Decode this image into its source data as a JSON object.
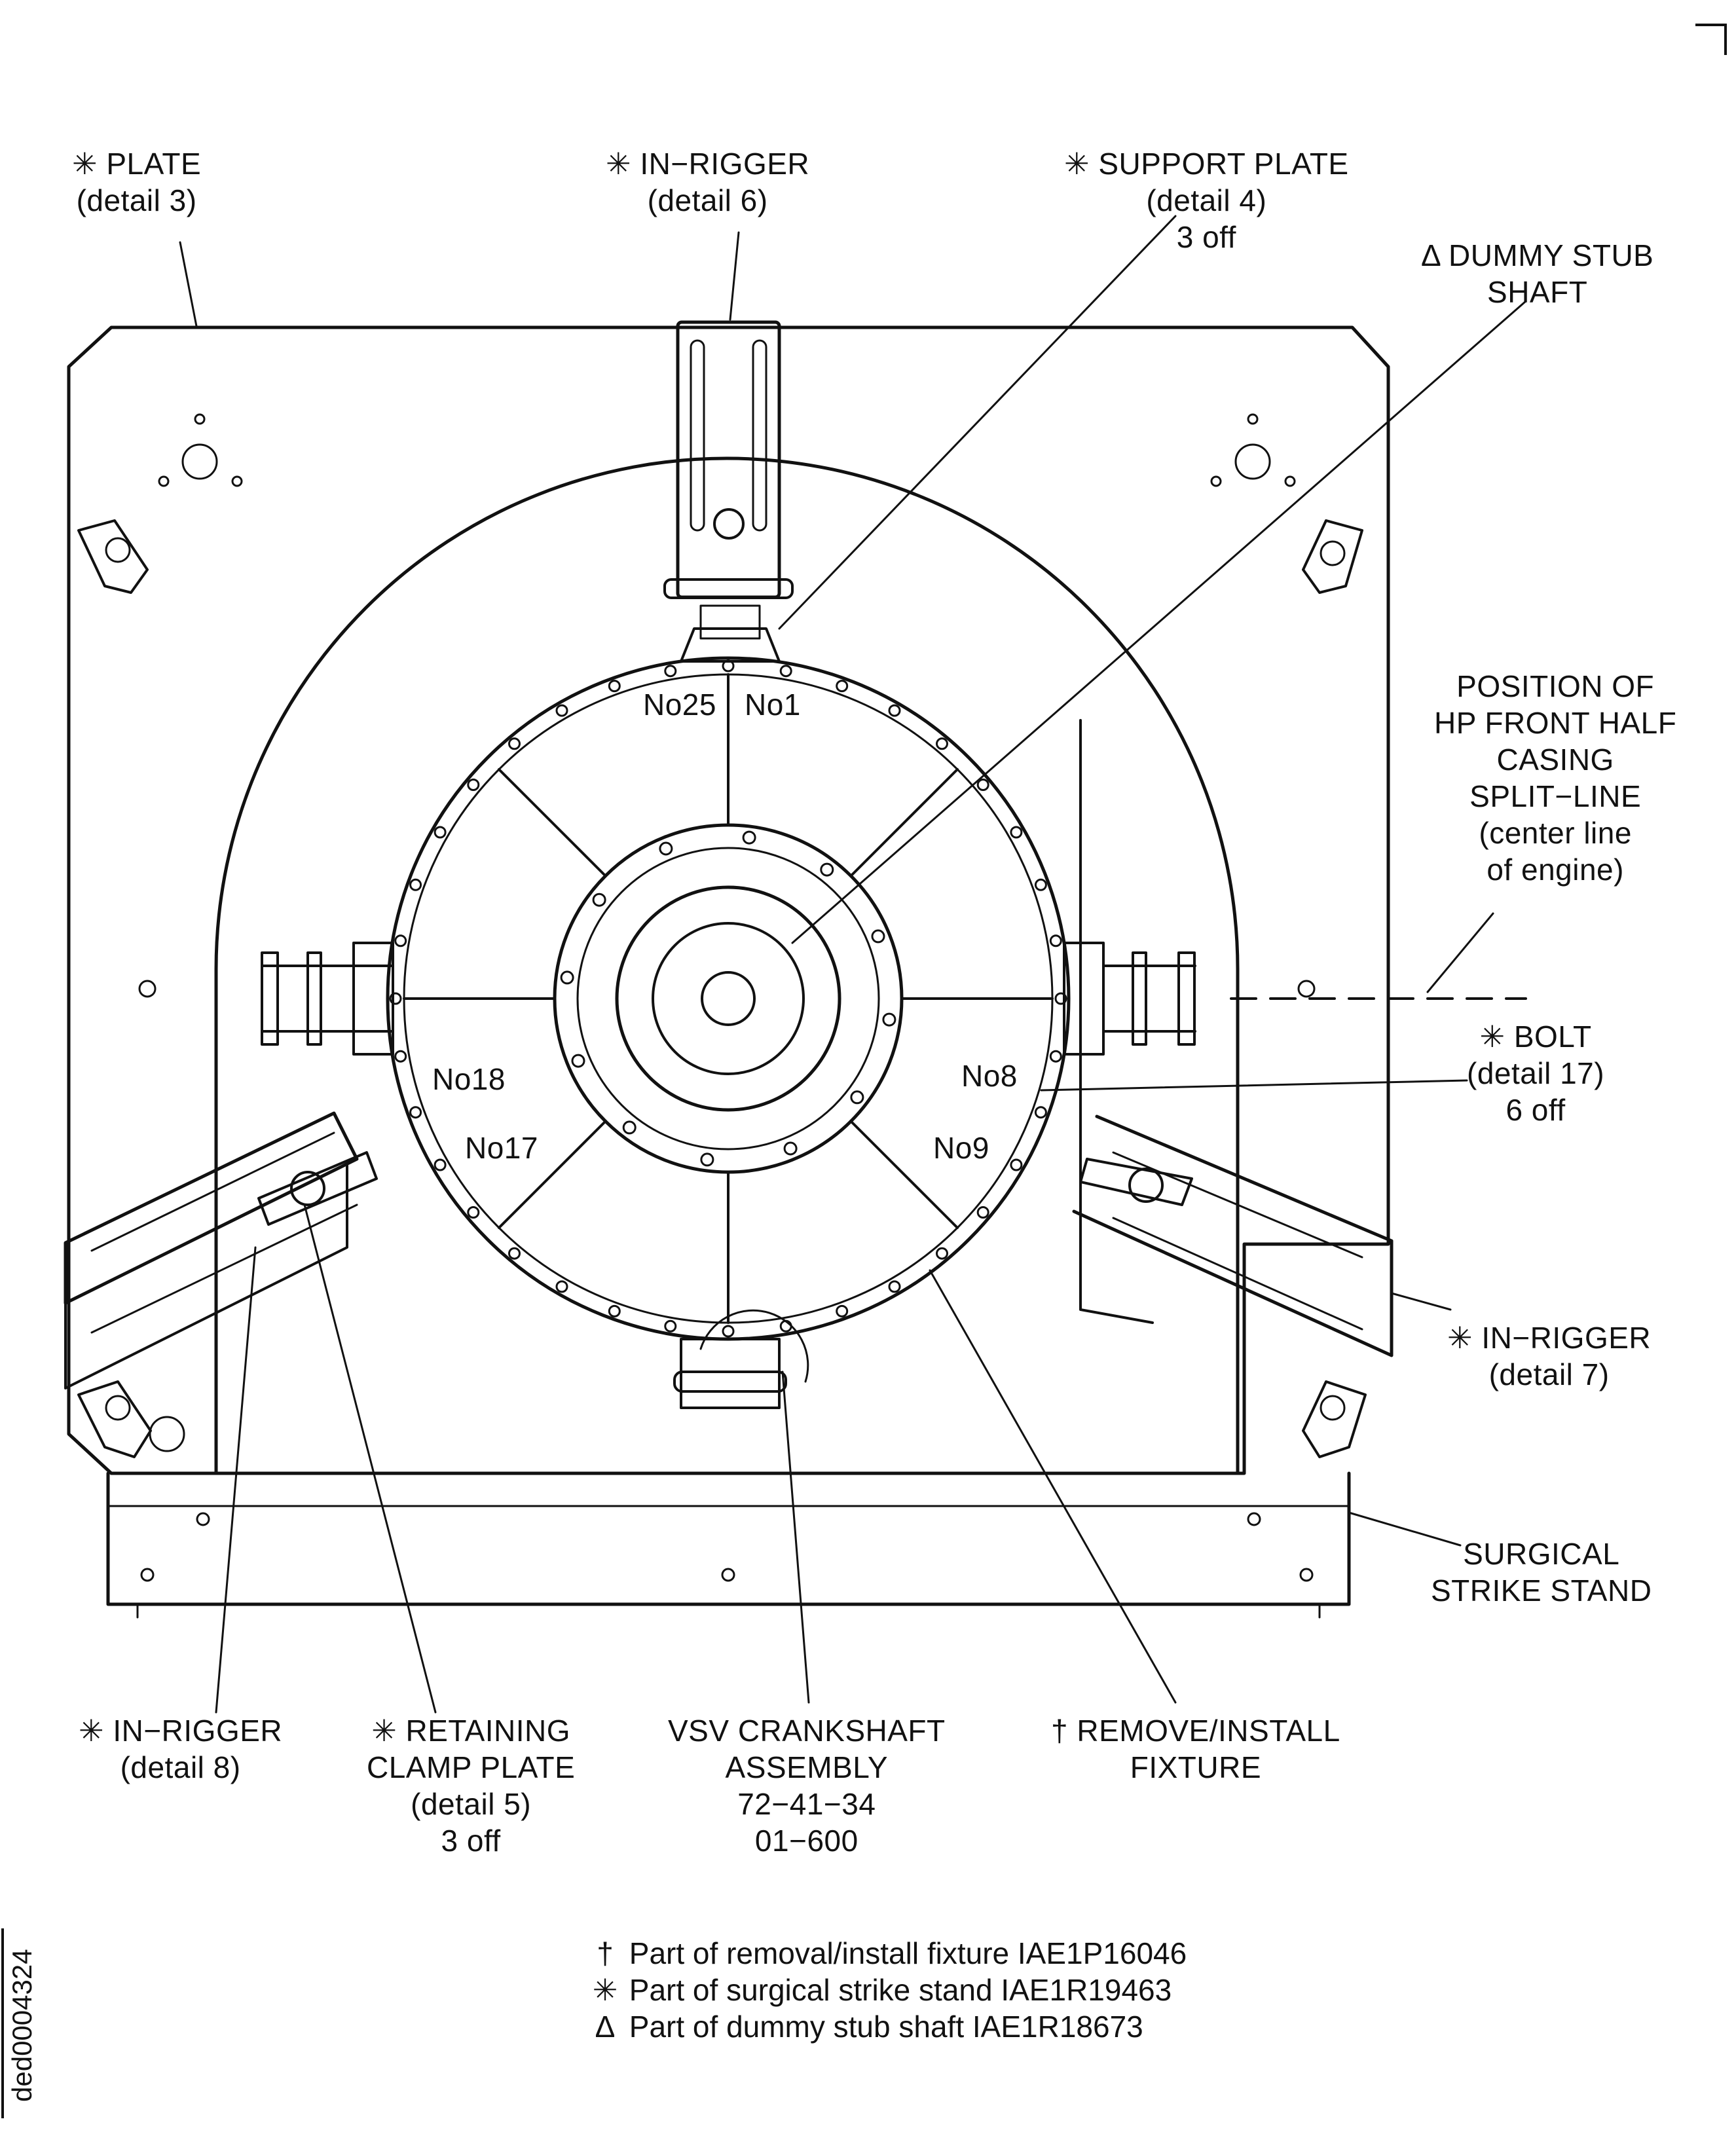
{
  "symbols": {
    "dagger": "†",
    "asterisk": "✳",
    "triangle": "Δ"
  },
  "colors": {
    "line": "#111111",
    "background": "#ffffff"
  },
  "callouts": {
    "plate": [
      "✳ PLATE",
      "(detail 3)"
    ],
    "in_rigger_6": [
      "✳ IN−RIGGER",
      "(detail  6)"
    ],
    "support_plate": [
      "✳ SUPPORT PLATE",
      "(detail 4)",
      "3 off"
    ],
    "dummy_stub_shaft": [
      "Δ DUMMY STUB",
      "SHAFT"
    ],
    "position_split_line": [
      "POSITION OF",
      "HP FRONT HALF",
      "CASING",
      "SPLIT−LINE",
      "(center line",
      "of engine)"
    ],
    "bolt": [
      "✳ BOLT",
      "(detail 17)",
      "6 off"
    ],
    "in_rigger_7": [
      "✳ IN−RIGGER",
      "(detail 7)"
    ],
    "surgical_strike_stand": [
      "SURGICAL",
      "STRIKE STAND"
    ],
    "in_rigger_8": [
      "✳ IN−RIGGER",
      "(detail 8)"
    ],
    "retaining_clamp_plate": [
      "✳ RETAINING",
      "CLAMP PLATE",
      "(detail 5)",
      "3 off"
    ],
    "vsv_crankshaft": [
      "VSV CRANKSHAFT",
      "ASSEMBLY",
      "72−41−34",
      "01−600"
    ],
    "remove_install_fixture": [
      "† REMOVE/INSTALL",
      "FIXTURE"
    ]
  },
  "position_marks": [
    "No25",
    "No1",
    "No18",
    "No8",
    "No17",
    "No9"
  ],
  "legend": [
    {
      "symbol": "†",
      "text": "Part of removal/install fixture IAE1P16046"
    },
    {
      "symbol": "✳",
      "text": "Part of surgical strike stand IAE1R19463"
    },
    {
      "symbol": "Δ",
      "text": "Part of dummy stub shaft IAE1R18673"
    }
  ],
  "figure_id": "ded0004324"
}
